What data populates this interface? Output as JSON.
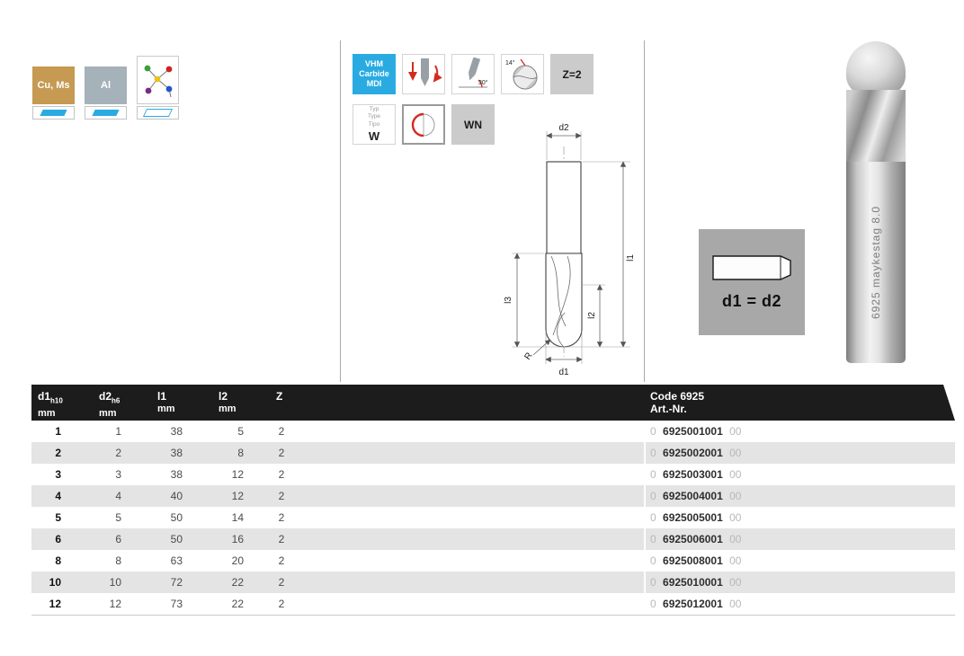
{
  "materials": {
    "m1": "Cu, Ms",
    "m2": "Al"
  },
  "pictos": {
    "vhm1": "VHM",
    "vhm2": "Carbide",
    "vhm3": "MDI",
    "angle30": "30°",
    "angle14": "14°",
    "z": "Z=2",
    "typ1": "Typ",
    "typ2": "Type",
    "typ3": "Tipo",
    "typw": "W",
    "wn": "WN"
  },
  "drawing": {
    "d2": "d2",
    "l1": "l1",
    "l2": "l2",
    "l3": "l3",
    "d1": "d1",
    "r": "R"
  },
  "note": {
    "text": "d1 = d2"
  },
  "photo": {
    "engraving": "6925 maykestag 8.0"
  },
  "table": {
    "header": {
      "d1": "d1",
      "d1sub": "h10",
      "d2": "d2",
      "d2sub": "h6",
      "l1": "l1",
      "l2": "l2",
      "z": "Z",
      "mm": "mm",
      "code": "Code 6925",
      "artnr": "Art.-Nr."
    },
    "rows": [
      {
        "d1": "1",
        "d2": "1",
        "l1": "38",
        "l2": "5",
        "z": "2",
        "code_pre": "0",
        "code": "6925001001",
        "code_suf": "00"
      },
      {
        "d1": "2",
        "d2": "2",
        "l1": "38",
        "l2": "8",
        "z": "2",
        "code_pre": "0",
        "code": "6925002001",
        "code_suf": "00"
      },
      {
        "d1": "3",
        "d2": "3",
        "l1": "38",
        "l2": "12",
        "z": "2",
        "code_pre": "0",
        "code": "6925003001",
        "code_suf": "00"
      },
      {
        "d1": "4",
        "d2": "4",
        "l1": "40",
        "l2": "12",
        "z": "2",
        "code_pre": "0",
        "code": "6925004001",
        "code_suf": "00"
      },
      {
        "d1": "5",
        "d2": "5",
        "l1": "50",
        "l2": "14",
        "z": "2",
        "code_pre": "0",
        "code": "6925005001",
        "code_suf": "00"
      },
      {
        "d1": "6",
        "d2": "6",
        "l1": "50",
        "l2": "16",
        "z": "2",
        "code_pre": "0",
        "code": "6925006001",
        "code_suf": "00"
      },
      {
        "d1": "8",
        "d2": "8",
        "l1": "63",
        "l2": "20",
        "z": "2",
        "code_pre": "0",
        "code": "6925008001",
        "code_suf": "00"
      },
      {
        "d1": "10",
        "d2": "10",
        "l1": "72",
        "l2": "22",
        "z": "2",
        "code_pre": "0",
        "code": "6925010001",
        "code_suf": "00"
      },
      {
        "d1": "12",
        "d2": "12",
        "l1": "73",
        "l2": "22",
        "z": "2",
        "code_pre": "0",
        "code": "6925012001",
        "code_suf": "00"
      }
    ]
  },
  "colors": {
    "brand_cyan": "#29abe2",
    "material_cu": "#c69a52",
    "material_al": "#a6b2ba",
    "badge_gray": "#cbcbcb",
    "table_header_bg": "#1c1c1c",
    "row_alt": "#e4e4e4",
    "muted_text": "#b8b8b8",
    "red_accent": "#d22b1f"
  }
}
